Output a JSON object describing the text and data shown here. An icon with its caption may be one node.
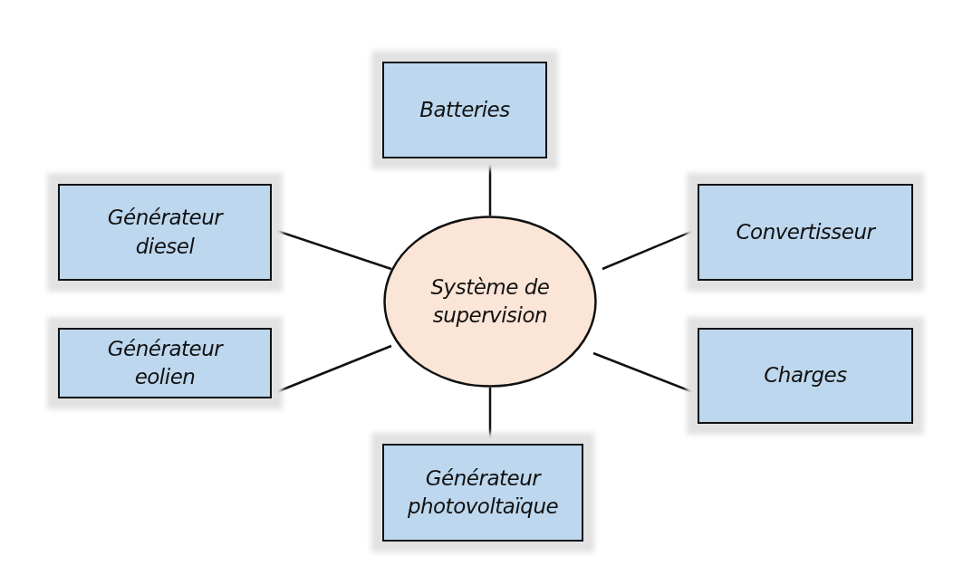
{
  "diagram": {
    "nodes": [
      {
        "text": [
          "Batteries"
        ]
      },
      {
        "text": [
          "Générateur diesel"
        ]
      },
      {
        "text": [
          "Convertisseur"
        ]
      },
      {
        "text": [
          "Système de supervision"
        ]
      },
      {
        "text": [
          "Générateur eolien"
        ]
      },
      {
        "text": [
          "Charges"
        ]
      },
      {
        "text": [
          "Générateur photovoltaïque"
        ]
      }
    ],
    "edges": [
      {
        "from": 3,
        "to": 0,
        "arrow": "none"
      },
      {
        "from": 3,
        "to": 1,
        "arrow": "none"
      },
      {
        "from": 3,
        "to": 2,
        "arrow": "none"
      },
      {
        "from": 3,
        "to": 4,
        "arrow": "none"
      },
      {
        "from": 3,
        "to": 5,
        "arrow": "none"
      },
      {
        "from": 3,
        "to": 6,
        "arrow": "none"
      }
    ]
  }
}
